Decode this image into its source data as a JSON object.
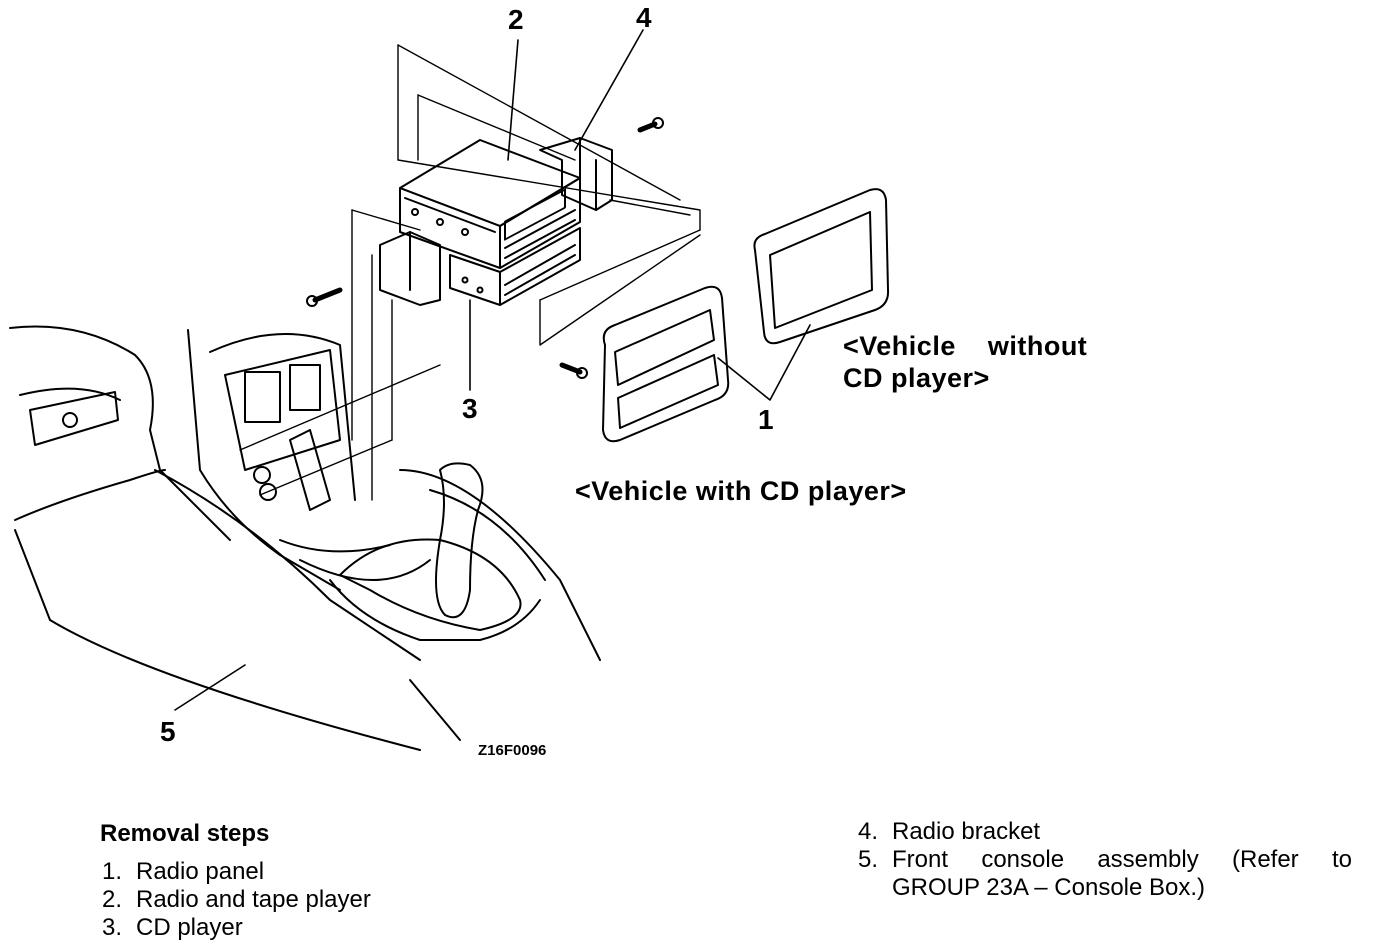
{
  "callouts": {
    "c1": "1",
    "c2": "2",
    "c3": "3",
    "c4": "4",
    "c5": "5"
  },
  "captions": {
    "without_cd_line1": "<Vehicle    without",
    "without_cd_line2": "CD player>",
    "with_cd": "<Vehicle with CD player>"
  },
  "figure_code": "Z16F0096",
  "removal": {
    "title": "Removal steps",
    "steps": [
      {
        "num": "1.",
        "text": "Radio panel"
      },
      {
        "num": "2.",
        "text": "Radio and tape player"
      },
      {
        "num": "3.",
        "text": "CD player"
      },
      {
        "num": "4.",
        "text": "Radio bracket"
      },
      {
        "num": "5.",
        "text": "Front console assembly (Refer to"
      }
    ],
    "step5_continued": "GROUP 23A – Console Box.)"
  }
}
